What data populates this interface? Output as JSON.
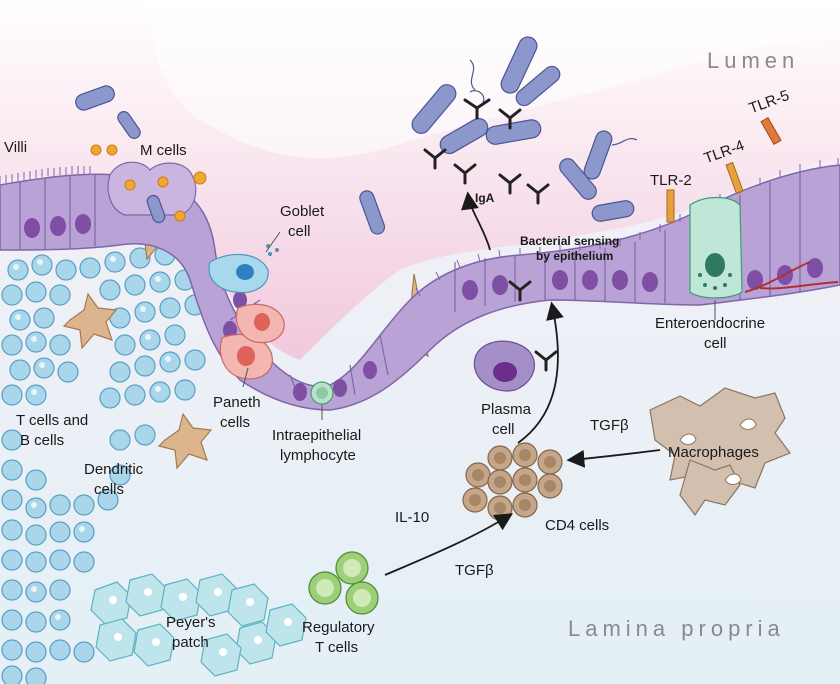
{
  "regions": {
    "lumen": "Lumen",
    "lamina_propria": "Lamina propria"
  },
  "labels": {
    "villi": "Villi",
    "m_cells": "M cells",
    "goblet_1": "Goblet",
    "goblet_2": "cell",
    "iga": "IgA",
    "sensing_1": "Bacterial sensing",
    "sensing_2": "by epithelium",
    "tlr2": "TLR-2",
    "tlr4": "TLR-4",
    "tlr5": "TLR-5",
    "entero_1": "Enteroendocrine",
    "entero_2": "cell",
    "paneth_1": "Paneth",
    "paneth_2": "cells",
    "iel_1": "Intraepithelial",
    "iel_2": "lymphocyte",
    "tb_1": "T cells and",
    "tb_2": "B cells",
    "dend_1": "Dendritic",
    "dend_2": "cells",
    "plasma_1": "Plasma",
    "plasma_2": "cell",
    "tgfb_1": "TGFβ",
    "macrophages": "Macrophages",
    "cd4": "CD4 cells",
    "il10": "IL-10",
    "tgfb_2": "TGFβ",
    "peyer_1": "Peyer's",
    "peyer_2": "patch",
    "treg_1": "Regulatory",
    "treg_2": "T cells"
  },
  "colors": {
    "lumen": "#f3cfe0",
    "lamina": "#e9f3f8",
    "epithelium": "#b9a3d6",
    "nucleus": "#7e4fa3",
    "lymph": "#a9d6ea",
    "dendritic": "#dcb58f",
    "macrophage": "#d2bfae",
    "cd4": "#c5a689",
    "treg": "#9ccf78",
    "bacteria": "#6d77b5",
    "tlr": "#e5a23c"
  }
}
